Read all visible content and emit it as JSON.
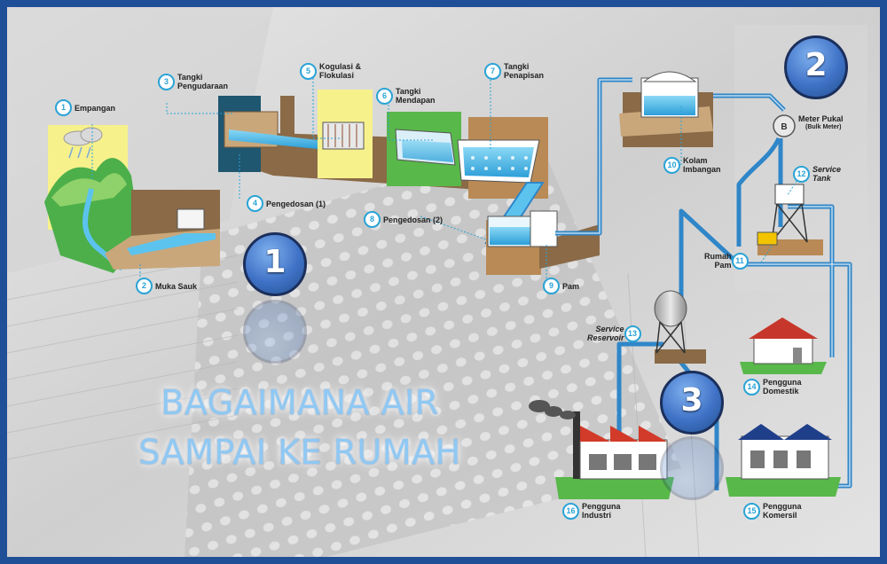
{
  "title": {
    "line1": "BAGAIMANA AIR",
    "line2": "SAMPAI KE RUMAH"
  },
  "stages": [
    "1",
    "2",
    "3"
  ],
  "meter_sub": "(Bulk Meter)",
  "steps": [
    {
      "num": "1",
      "label": "Empangan"
    },
    {
      "num": "2",
      "label": "Muka Sauk"
    },
    {
      "num": "3",
      "label": "Tangki\nPengudaraan"
    },
    {
      "num": "4",
      "label": "Pengedosan (1)"
    },
    {
      "num": "5",
      "label": "Kogulasi &\nFlokulasi"
    },
    {
      "num": "6",
      "label": "Tangki\nMendapan"
    },
    {
      "num": "7",
      "label": "Tangki\nPenapisan"
    },
    {
      "num": "8",
      "label": "Pengedosan (2)"
    },
    {
      "num": "9",
      "label": "Pam"
    },
    {
      "num": "10",
      "label": "Kolam\nImbangan"
    },
    {
      "num": "B",
      "label": "Meter Pukal"
    },
    {
      "num": "11",
      "label": "Rumah\nPam"
    },
    {
      "num": "12",
      "label": "Service\nTank"
    },
    {
      "num": "13",
      "label": "Service\nReservoir"
    },
    {
      "num": "14",
      "label": "Pengguna\nDomestik"
    },
    {
      "num": "15",
      "label": "Pengguna\nKomersil"
    },
    {
      "num": "16",
      "label": "Pengguna\nIndustri"
    }
  ],
  "colors": {
    "pipe": "#2f86c8",
    "ground": "#8a6a47",
    "water": "#5cc3ee",
    "yellow": "#f7f18c",
    "green": "#58b84a",
    "stage": "#3f72c6",
    "roof": "#d23a2a",
    "frame": "#1f4f96"
  }
}
